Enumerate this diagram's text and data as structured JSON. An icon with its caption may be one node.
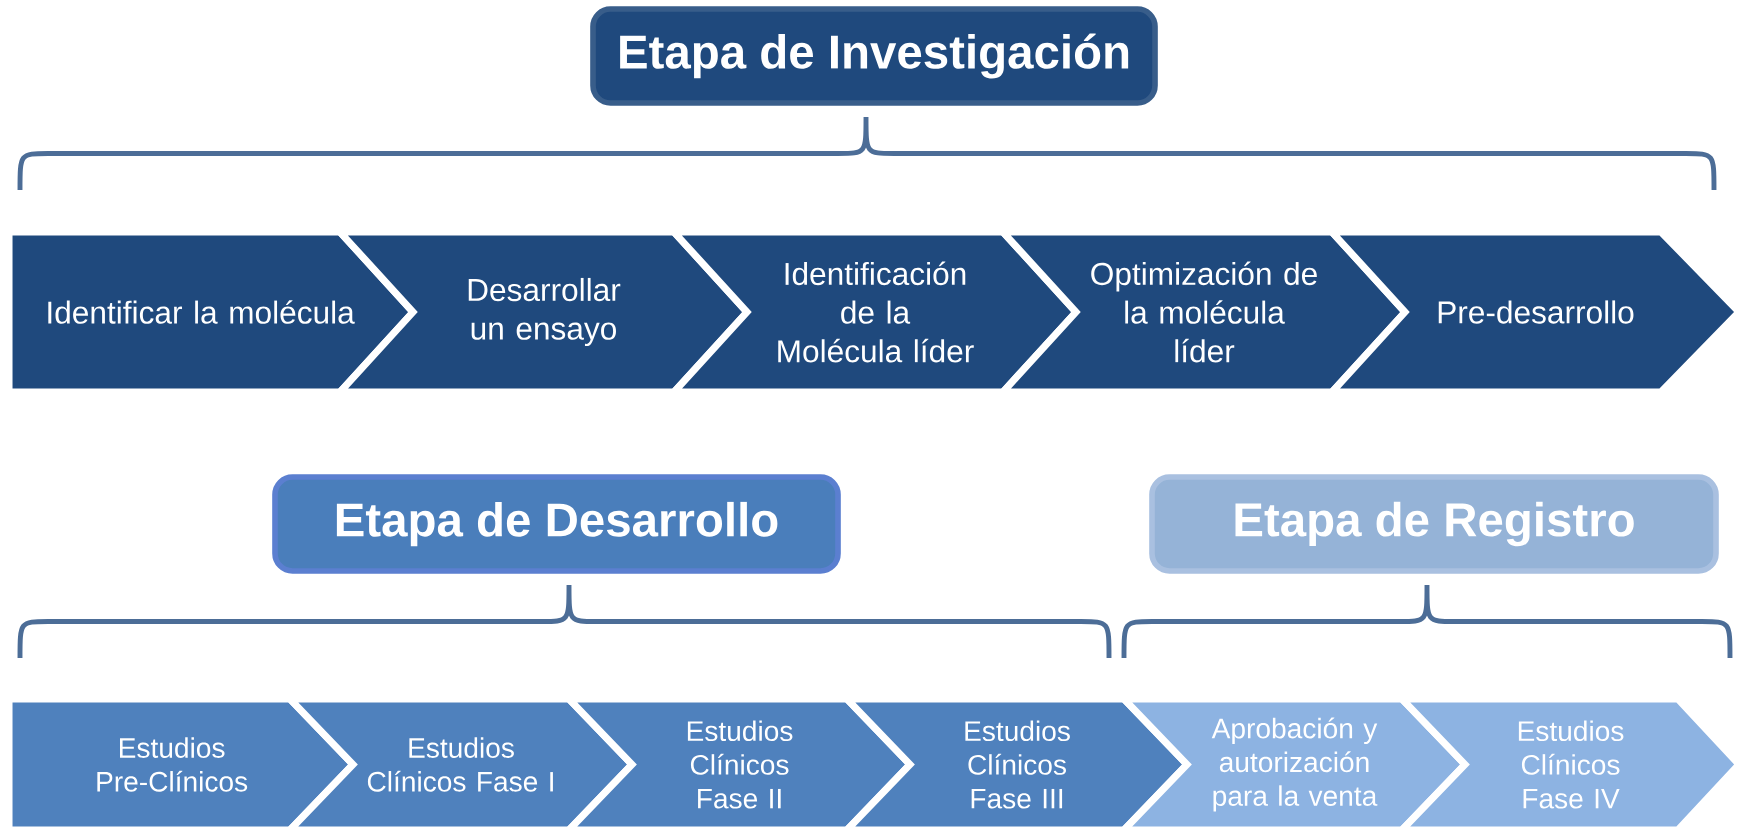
{
  "diagram": {
    "nodes": [
      {
        "text": [
          "Etapa de Investigación"
        ]
      },
      {
        "text": [
          "Identificar la molécula"
        ]
      },
      {
        "text": [
          "Desarrollar un ensayo"
        ]
      },
      {
        "text": [
          "Identificación de la Molécula líder"
        ]
      },
      {
        "text": [
          "Optimización de la molécula líder"
        ]
      },
      {
        "text": [
          "Pre-desarrollo"
        ]
      },
      {
        "text": [
          "Etapa de Desarrollo"
        ]
      },
      {
        "text": [
          "Etapa de Registro"
        ]
      },
      {
        "text": [
          "Estudios Pre-Clínicos"
        ]
      },
      {
        "text": [
          "Estudios Clínicos Fase I"
        ]
      },
      {
        "text": [
          "Estudios Clínicos Fase II"
        ]
      },
      {
        "text": [
          "Estudios Clínicos Fase III"
        ]
      },
      {
        "text": [
          "Aprobación y autorización para la venta"
        ]
      },
      {
        "text": [
          "Estudios Clínicos Fase IV"
        ]
      }
    ]
  }
}
